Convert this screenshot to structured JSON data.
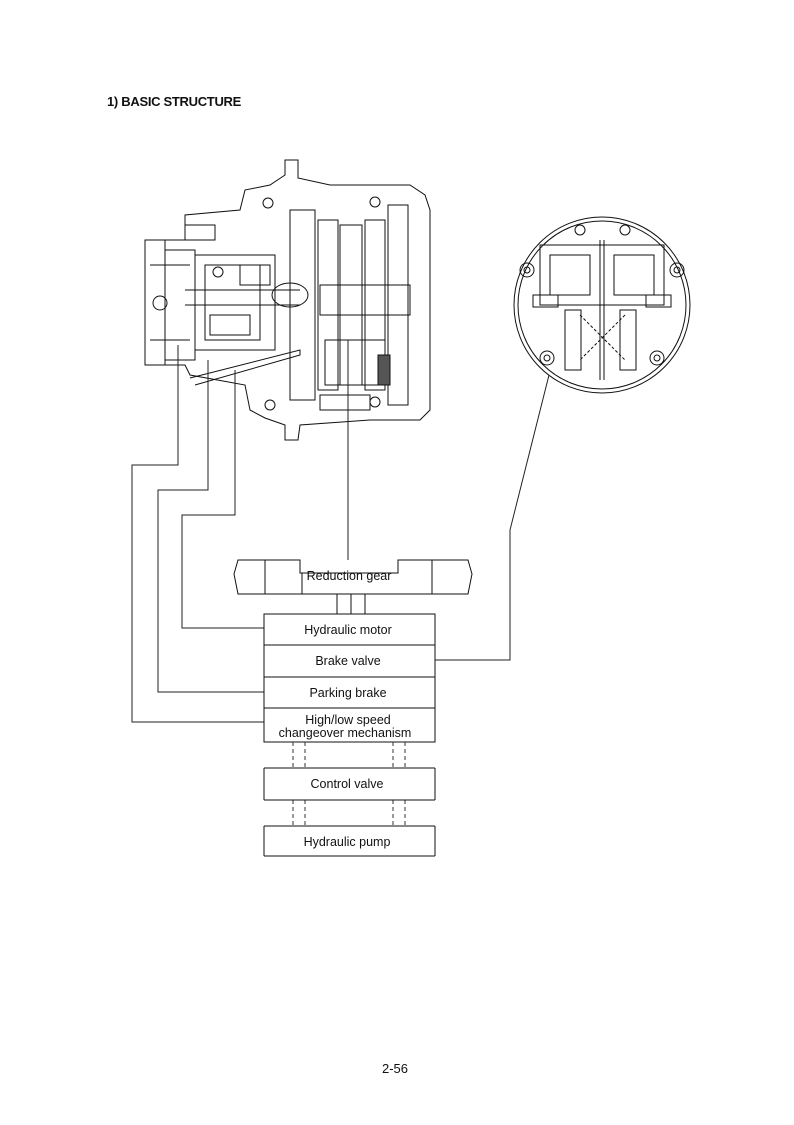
{
  "heading": "1)  BASIC STRUCTURE",
  "blocks": {
    "reduction_gear": "Reduction gear",
    "hydraulic_motor": "Hydraulic motor",
    "brake_valve": "Brake valve",
    "parking_brake": "Parking brake",
    "high_low_line1": "High/low speed",
    "high_low_line2": "changeover mechanism",
    "control_valve": "Control valve",
    "hydraulic_pump": "Hydraulic pump"
  },
  "page_number": "2-56"
}
